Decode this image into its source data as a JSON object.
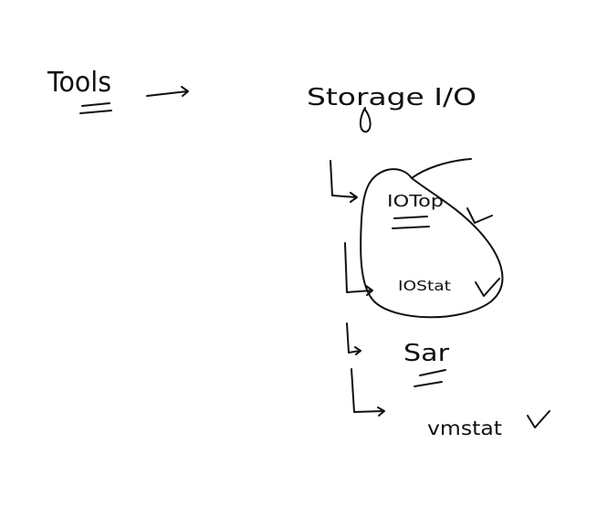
{
  "colors": {
    "background": "#ffffff",
    "ink": "#111111"
  },
  "diagram": {
    "root": {
      "label": "Tools"
    },
    "category": {
      "label": "Storage I/O"
    },
    "tools": [
      {
        "label": "IOTop",
        "underlined": true,
        "checked": true,
        "circled": true
      },
      {
        "label": "IOStat",
        "underlined": false,
        "checked": true,
        "circled": true
      },
      {
        "label": "Sar",
        "underlined": true,
        "checked": false,
        "circled": false
      },
      {
        "label": "vmstat",
        "underlined": false,
        "checked": true,
        "circled": false
      }
    ]
  }
}
